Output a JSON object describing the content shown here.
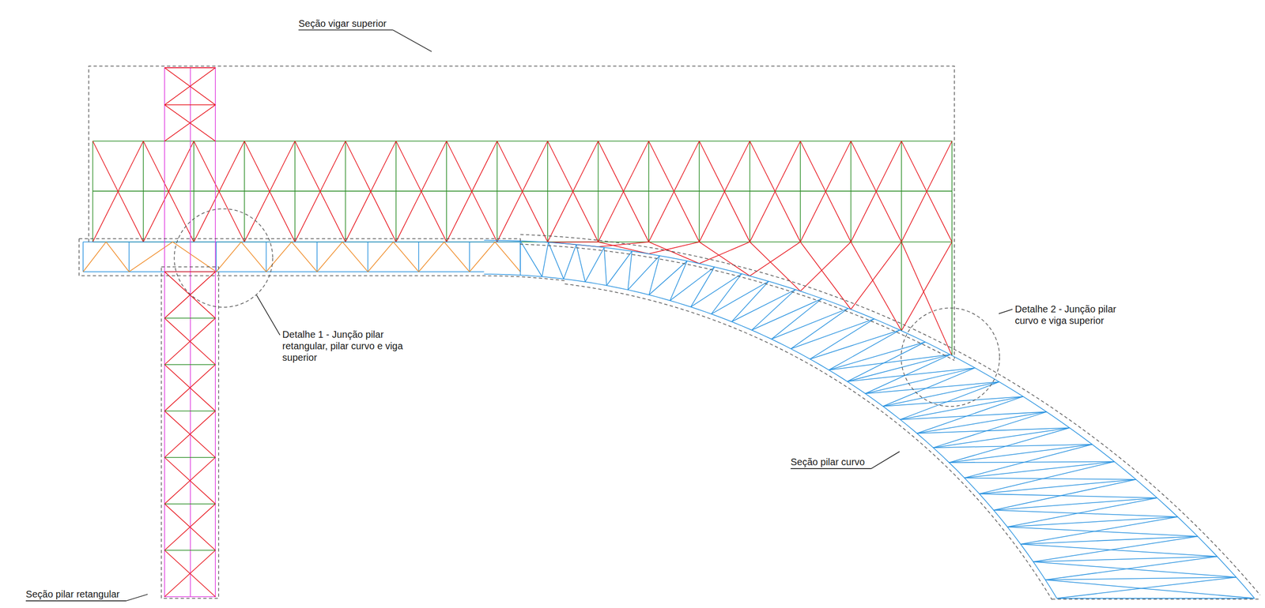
{
  "diagram": {
    "labels": [
      "Seção vigar superior",
      "Detalhe 2 - Junção pilar curvo e viga superior",
      "Detalhe 1 - Junção pilar retangular, pilar curvo e viga superior",
      "Seção pilar curvo",
      "Seção pilar retangular"
    ]
  }
}
